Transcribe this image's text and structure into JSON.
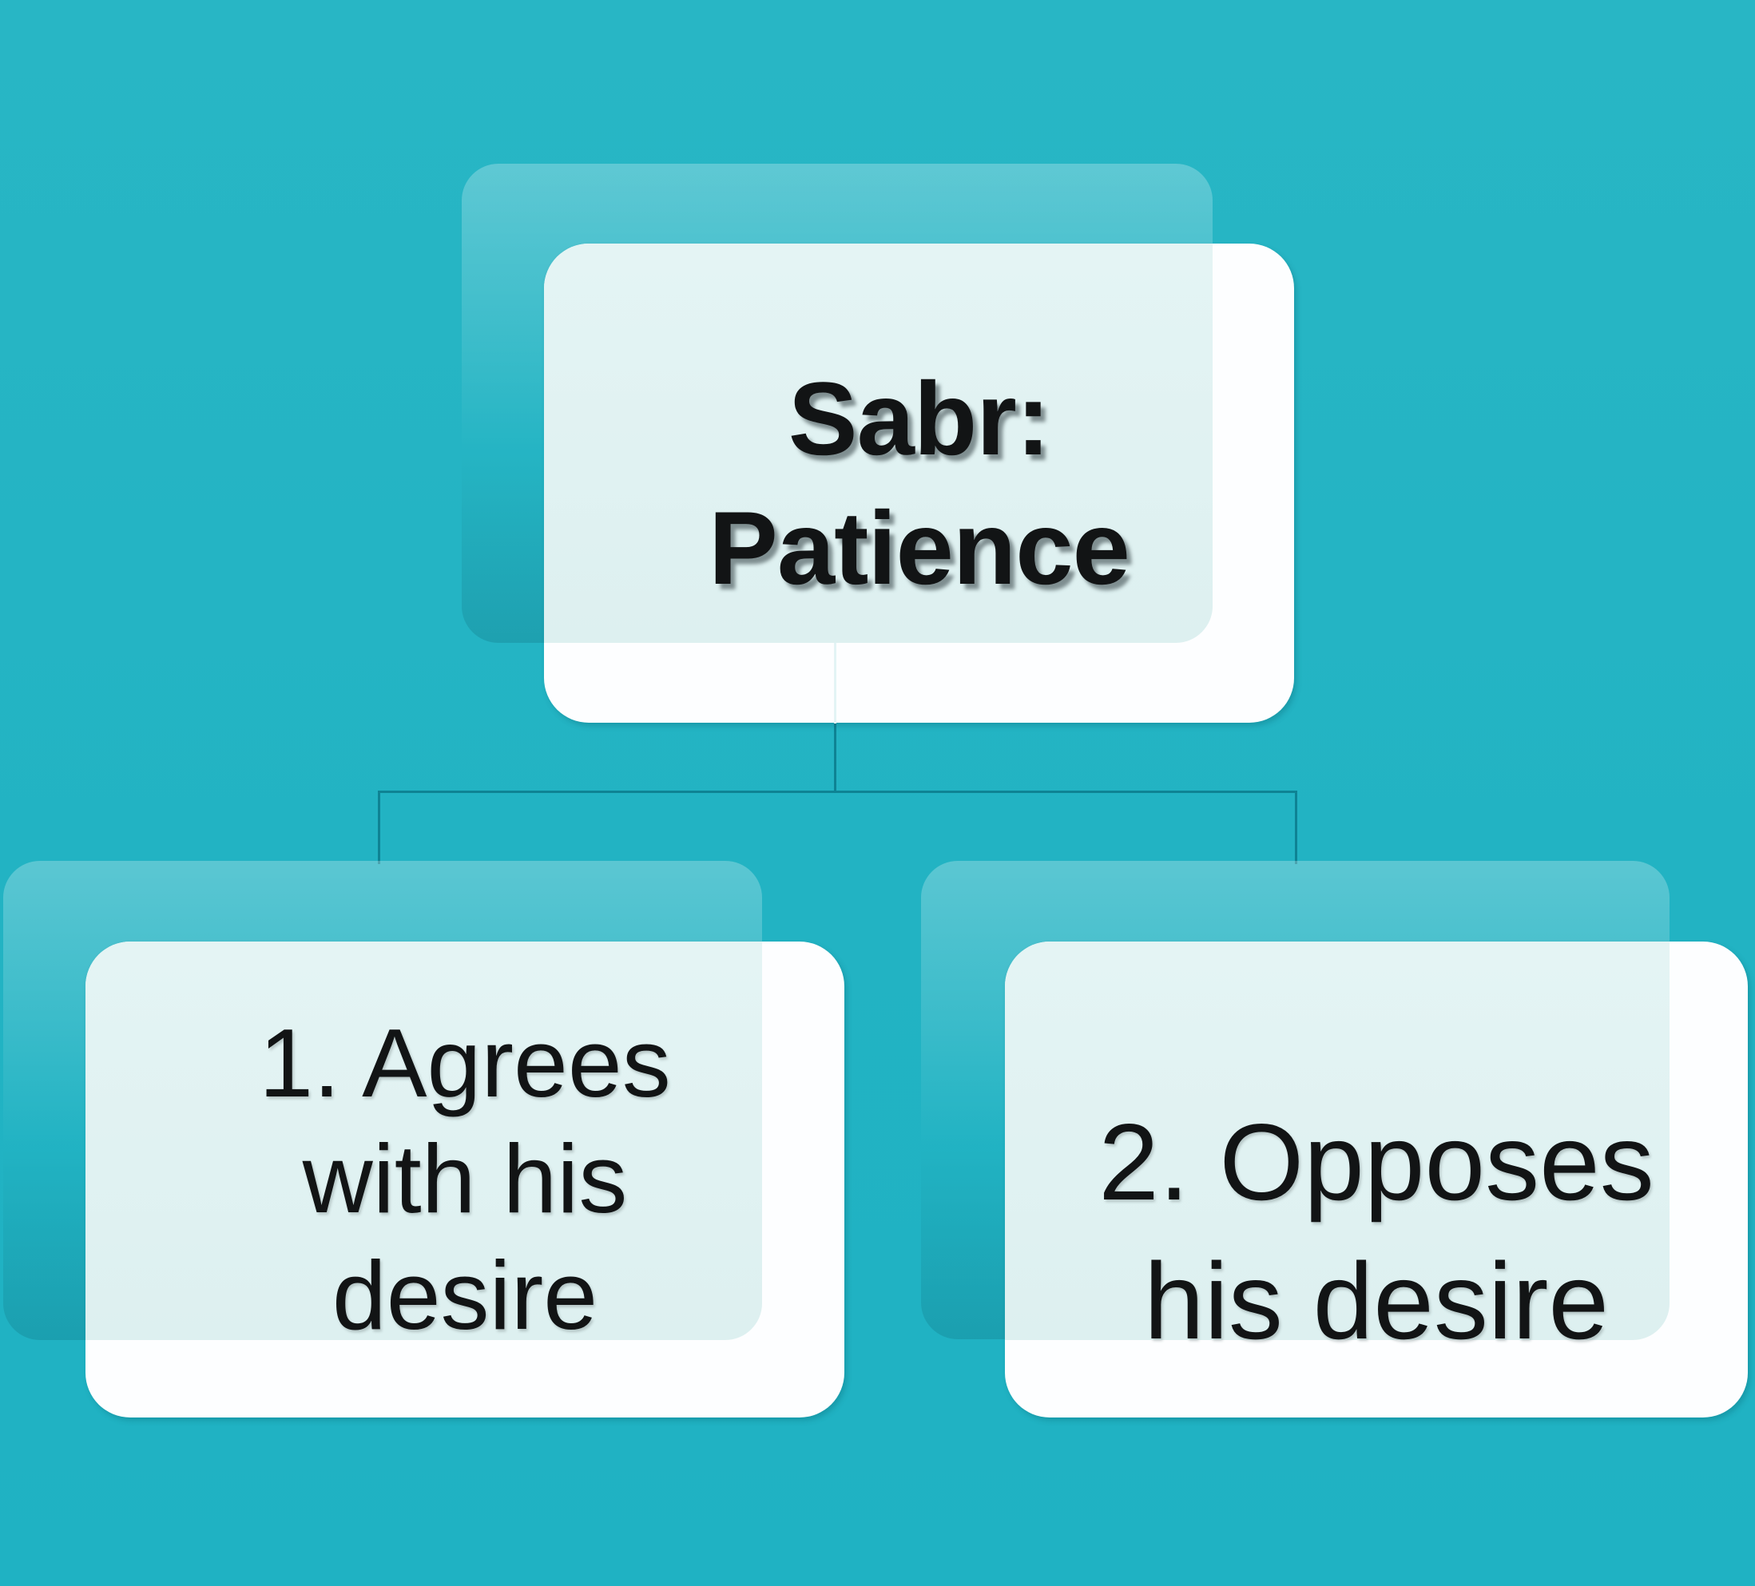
{
  "diagram": {
    "type": "hierarchy",
    "root": {
      "label": "Sabr: Patience",
      "lines": [
        "Sabr:",
        "Patience"
      ]
    },
    "children": [
      {
        "label": "1. Agrees with his desire",
        "lines": [
          "1. Agrees",
          "with his",
          "desire"
        ]
      },
      {
        "label": "2. Opposes his desire",
        "lines": [
          "2. Opposes",
          "his desire"
        ]
      }
    ]
  },
  "colors": {
    "background": "#24b4c3",
    "card": "#fdfeff",
    "tint": "#e0f1f1",
    "connector": "#0e8394",
    "text": "#121415"
  }
}
